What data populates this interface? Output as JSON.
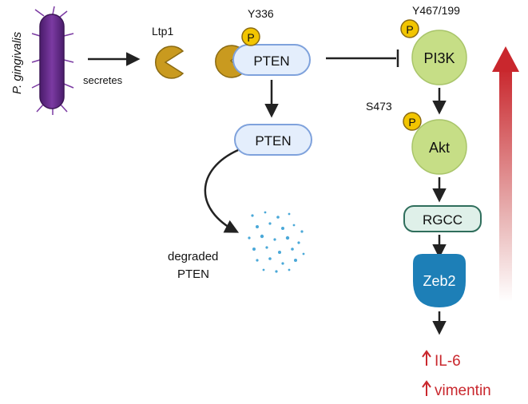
{
  "labels": {
    "organism": "P. gingivalis",
    "secretes": "secretes",
    "ltp1": "Ltp1",
    "y336": "Y336",
    "y467": "Y467/199",
    "s473": "S473",
    "phospho": "P",
    "pten": "PTEN",
    "pi3k": "PI3K",
    "akt": "Akt",
    "rgcc": "RGCC",
    "zeb2": "Zeb2",
    "degraded_line1": "degraded",
    "degraded_line2": "PTEN",
    "il6": "IL-6",
    "vimentin": "vimentin"
  },
  "colors": {
    "bacterium": "#6b2f8f",
    "ltp1": "#c99a1f",
    "phospho": "#f2c500",
    "pten_fill": "#e4eefc",
    "pten_stroke": "#7fa2dc",
    "node_green": "#c6de86",
    "rgcc_fill": "#dff0e9",
    "rgcc_stroke": "#2f6e5c",
    "zeb2": "#1d7fb7",
    "output_red": "#c9272d",
    "dots": "#4aa8d8"
  }
}
